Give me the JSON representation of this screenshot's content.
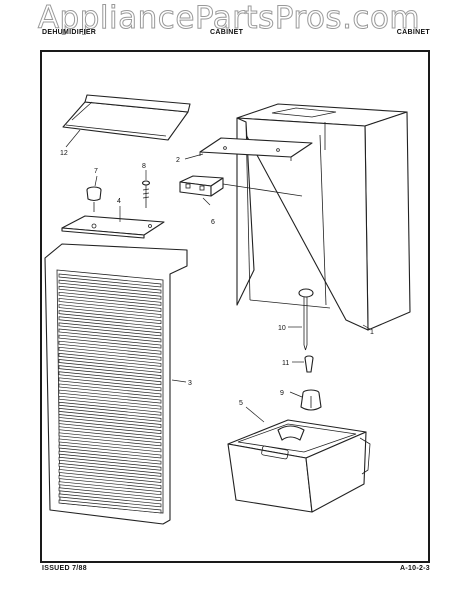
{
  "watermark": "AppliancePartsPros.com",
  "header": {
    "left": "DEHUMIDIFIER",
    "middle": "CABINET",
    "right": "CABINET"
  },
  "footer": {
    "issued": "ISSUED 7/88",
    "page_code": "A-10-2-3"
  },
  "callouts": [
    "12",
    "2",
    "7",
    "8",
    "4",
    "6",
    "3",
    "10",
    "11",
    "9",
    "5",
    "1"
  ],
  "parts": [
    {
      "number": "1",
      "depicts": "cabinet shell"
    },
    {
      "number": "2",
      "depicts": "top bracket"
    },
    {
      "number": "3",
      "depicts": "front grille"
    },
    {
      "number": "4",
      "depicts": "control panel plate"
    },
    {
      "number": "5",
      "depicts": "water bucket"
    },
    {
      "number": "6",
      "depicts": "switch"
    },
    {
      "number": "7",
      "depicts": "knob"
    },
    {
      "number": "8",
      "depicts": "screw"
    },
    {
      "number": "9",
      "depicts": "float"
    },
    {
      "number": "10",
      "depicts": "float rod"
    },
    {
      "number": "11",
      "depicts": "screw"
    },
    {
      "number": "12",
      "depicts": "top cover"
    }
  ]
}
